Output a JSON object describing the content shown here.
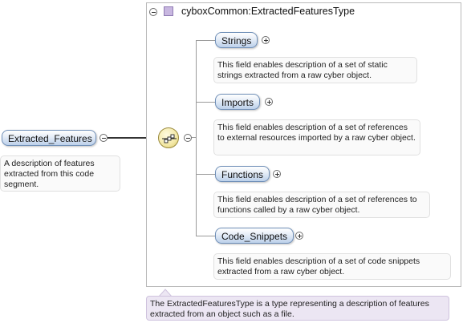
{
  "root": {
    "label": "Extracted_Features",
    "description": "A description of features extracted from this code segment."
  },
  "type": {
    "title": "cyboxCommon:ExtractedFeaturesType",
    "description": "The ExtractedFeaturesType is a type representing a description of features extracted from an object such as a file."
  },
  "children": [
    {
      "label": "Strings",
      "description": "This field enables description of a set of static strings extracted from a raw cyber object."
    },
    {
      "label": "Imports",
      "description": "This field enables description of a set of references to external resources imported by a raw cyber object."
    },
    {
      "label": "Functions",
      "description": "This field enables description of a set of references to functions called by a raw cyber object."
    },
    {
      "label": "Code_Snippets",
      "description": "This field enables description of a set of code snippets extracted from a raw cyber object."
    }
  ],
  "icons": {
    "collapse": "collapse-icon",
    "expand": "expand-icon",
    "compositor": "sequence-compositor-icon",
    "type": "complex-type-icon"
  },
  "colors": {
    "pill_border": "#6f8fb8",
    "type_square": "#c8b7e0",
    "compositor": "#f3e8a6",
    "type_desc_bg": "#ece6f3"
  }
}
